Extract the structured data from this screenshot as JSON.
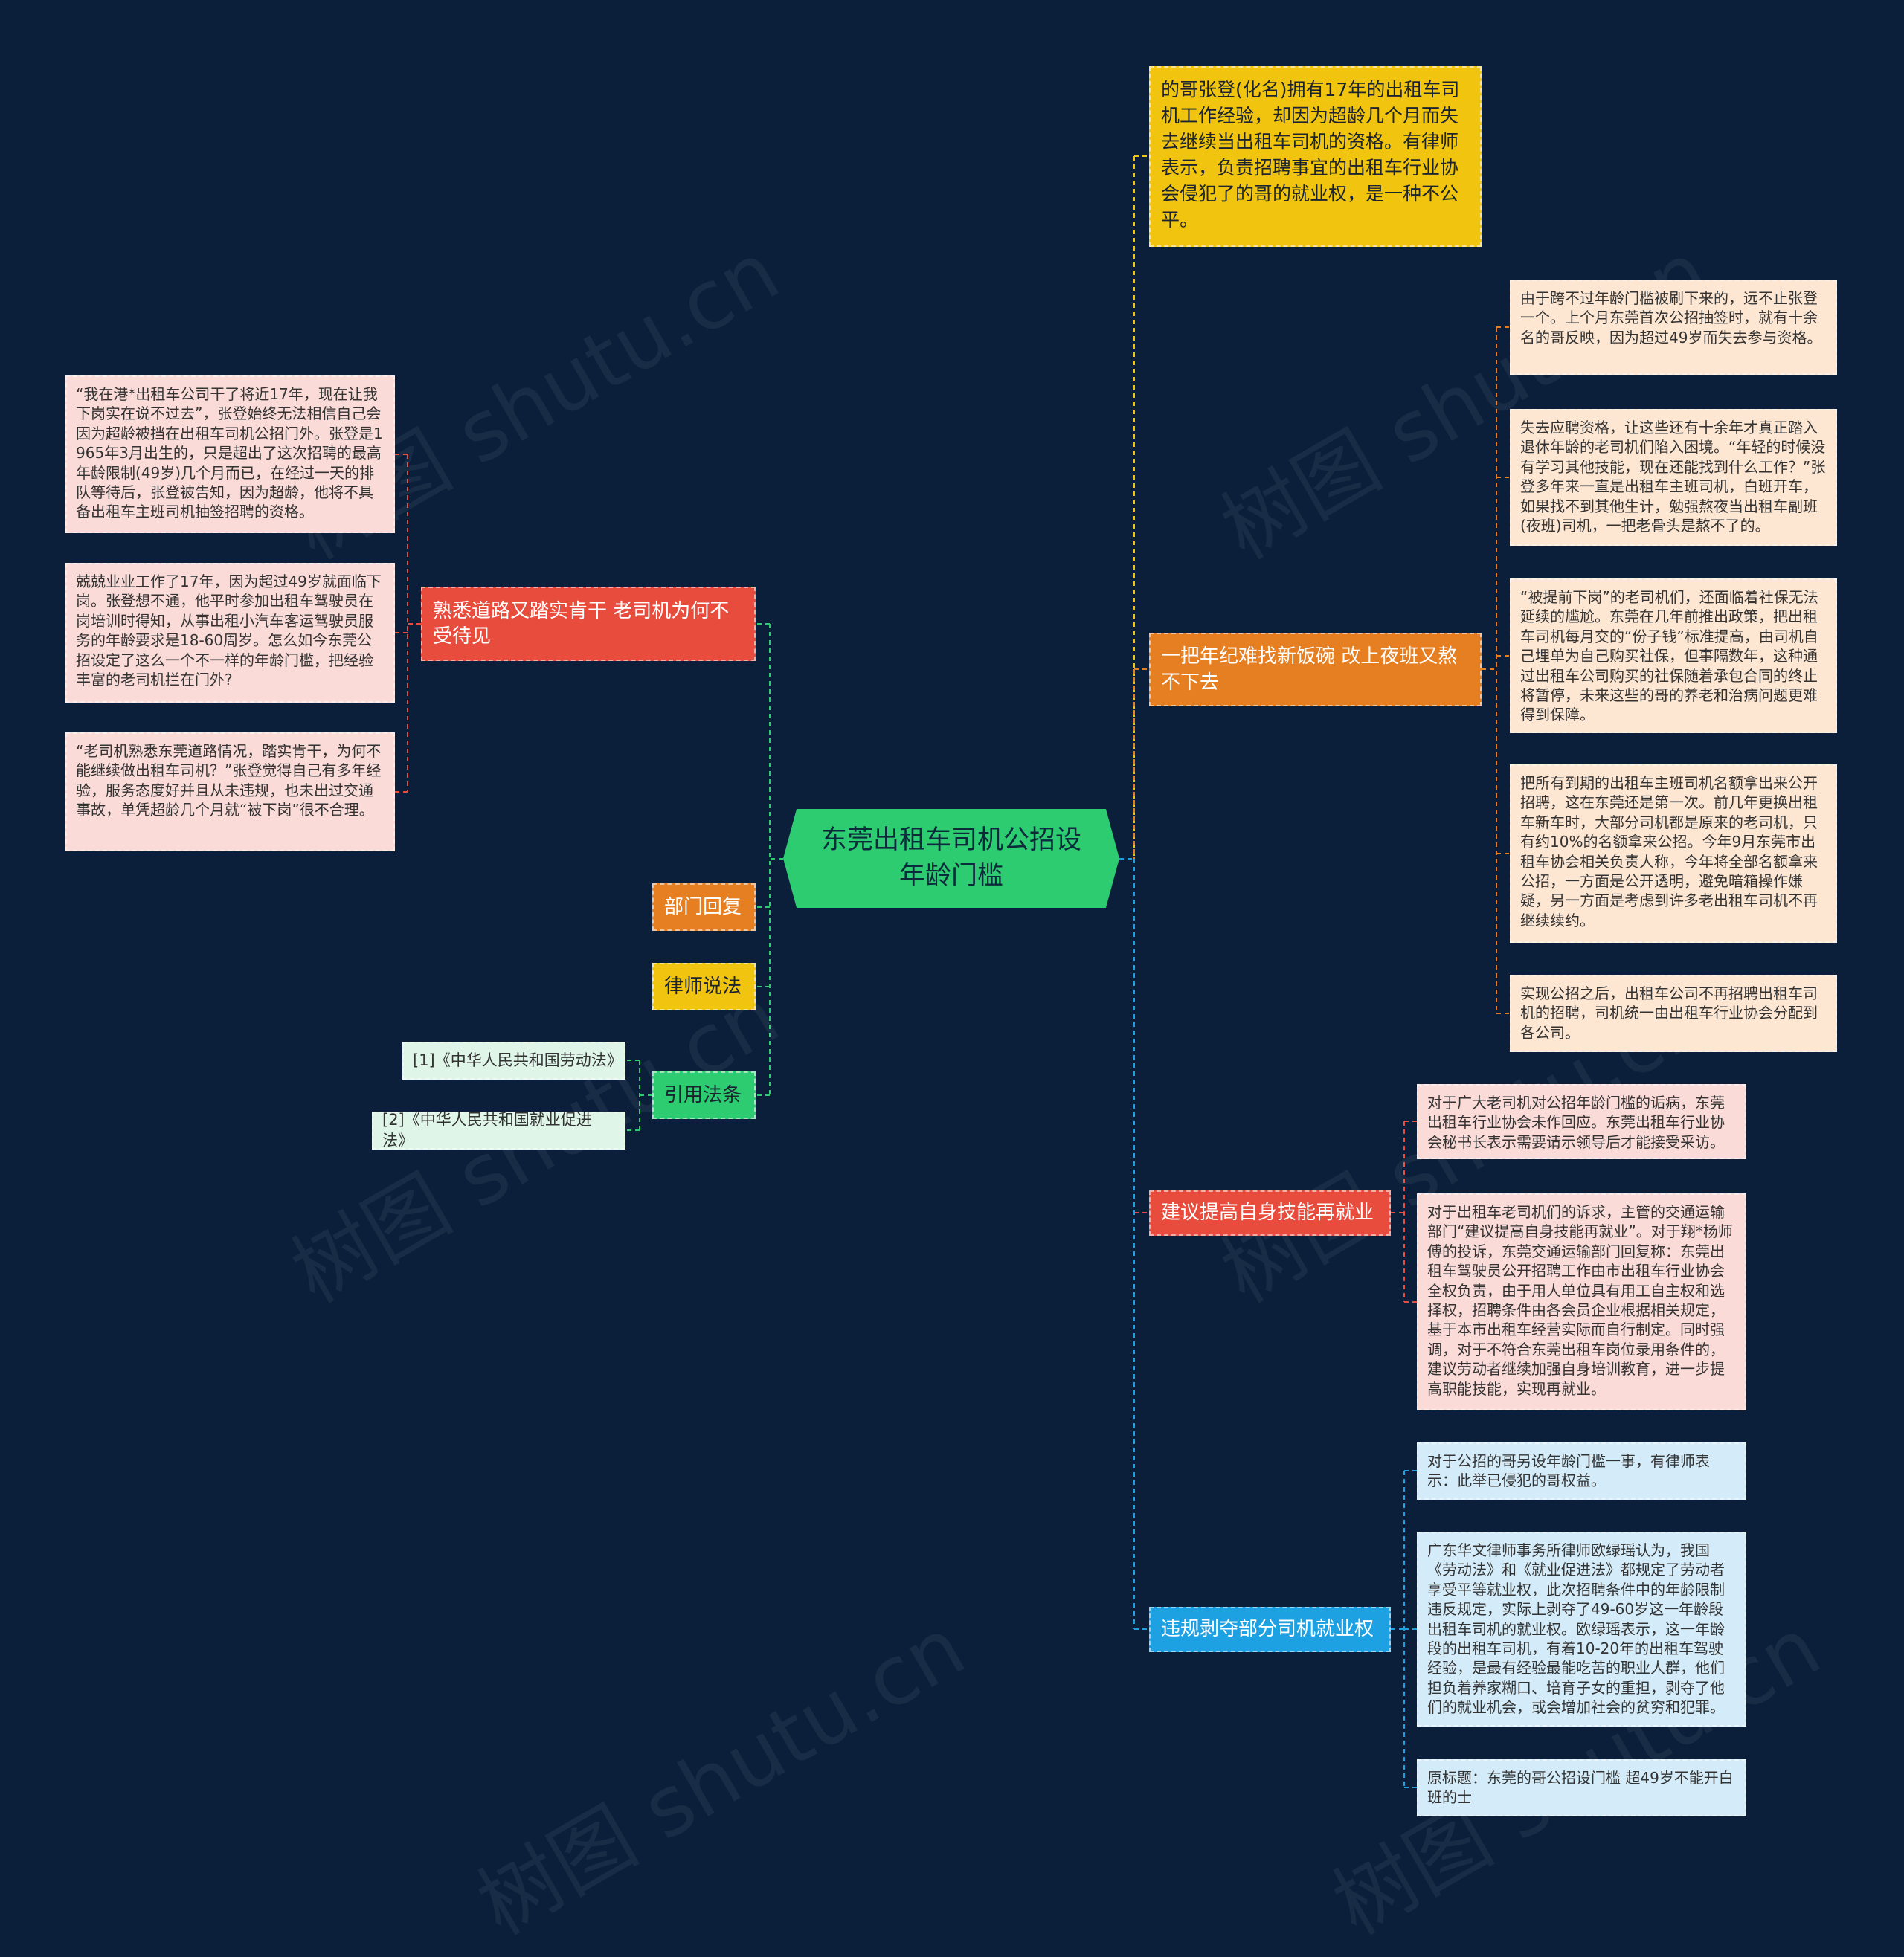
{
  "colors": {
    "background": "#0b1f3a",
    "center": "#2ecc71",
    "yellow": "#f1c40f",
    "orange": "#e67e22",
    "red": "#e74c3c",
    "blue": "#1da1e2",
    "leaf_peach": "#fde6d2",
    "leaf_pink": "#fadbd8",
    "leaf_lightblue": "#d4ecf9",
    "leaf_mint": "#dff5e8"
  },
  "center": {
    "title": "东莞出租车司机公招设年龄门槛"
  },
  "right": {
    "intro": "的哥张登(化名)拥有17年的出租车司机工作经验，却因为超龄几个月而失去继续当出租车司机的资格。有律师表示，负责招聘事宜的出租车行业协会侵犯了的哥的就业权，是一种不公平。",
    "branch1": {
      "label": "一把年纪难找新饭碗 改上夜班又熬不下去",
      "leaves": [
        "由于跨不过年龄门槛被刷下来的，远不止张登一个。上个月东莞首次公招抽签时，就有十余名的哥反映，因为超过49岁而失去参与资格。",
        "失去应聘资格，让这些还有十余年才真正踏入退休年龄的老司机们陷入困境。“年轻的时候没有学习其他技能，现在还能找到什么工作？”张登多年来一直是出租车主班司机，白班开车，如果找不到其他生计，勉强熬夜当出租车副班(夜班)司机，一把老骨头是熬不了的。",
        "“被提前下岗”的老司机们，还面临着社保无法延续的尴尬。东莞在几年前推出政策，把出租车司机每月交的“份子钱”标准提高，由司机自己埋单为自己购买社保，但事隔数年，这种通过出租车公司购买的社保随着承包合同的终止将暂停，未来这些的哥的养老和治病问题更难得到保障。",
        "把所有到期的出租车主班司机名额拿出来公开招聘，这在东莞还是第一次。前几年更换出租车新车时，大部分司机都是原来的老司机，只有约10%的名额拿来公招。今年9月东莞市出租车协会相关负责人称，今年将全部名额拿来公招，一方面是公开透明，避免暗箱操作嫌疑，另一方面是考虑到许多老出租车司机不再继续续约。",
        "实现公招之后，出租车公司不再招聘出租车司机的招聘，司机统一由出租车行业协会分配到各公司。"
      ]
    },
    "branch2": {
      "label": "建议提高自身技能再就业",
      "leaves": [
        "对于广大老司机对公招年龄门槛的诟病，东莞出租车行业协会未作回应。东莞出租车行业协会秘书长表示需要请示领导后才能接受采访。",
        "对于出租车老司机们的诉求，主管的交通运输部门“建议提高自身技能再就业”。对于翔*杨师傅的投诉，东莞交通运输部门回复称：东莞出租车驾驶员公开招聘工作由市出租车行业协会全权负责，由于用人单位具有用工自主权和选择权，招聘条件由各会员企业根据相关规定，基于本市出租车经营实际而自行制定。同时强调，对于不符合东莞出租车岗位录用条件的，建议劳动者继续加强自身培训教育，进一步提高职能技能，实现再就业。"
      ]
    },
    "branch3": {
      "label": "违规剥夺部分司机就业权",
      "leaves": [
        "对于公招的哥另设年龄门槛一事，有律师表示：此举已侵犯的哥权益。",
        "广东华文律师事务所律师欧绿瑶认为，我国《劳动法》和《就业促进法》都规定了劳动者享受平等就业权，此次招聘条件中的年龄限制违反规定，实际上剥夺了49-60岁这一年龄段出租车司机的就业权。欧绿瑶表示，这一年龄段的出租车司机，有着10-20年的出租车驾驶经验，是最有经验最能吃苦的职业人群，他们担负着养家糊口、培育子女的重担，剥夺了他们的就业机会，或会增加社会的贫穷和犯罪。",
        "原标题：东莞的哥公招设门槛 超49岁不能开白班的士"
      ]
    }
  },
  "left": {
    "branch1": {
      "label": "熟悉道路又踏实肯干 老司机为何不受待见",
      "leaves": [
        "“我在港*出租车公司干了将近17年，现在让我下岗实在说不过去”，张登始终无法相信自己会因为超龄被挡在出租车司机公招门外。张登是1965年3月出生的，只是超出了这次招聘的最高年龄限制(49岁)几个月而已，在经过一天的排队等待后，张登被告知，因为超龄，他将不具备出租车主班司机抽签招聘的资格。",
        "兢兢业业工作了17年，因为超过49岁就面临下岗。张登想不通，他平时参加出租车驾驶员在岗培训时得知，从事出租小汽车客运驾驶员服务的年龄要求是18-60周岁。怎么如今东莞公招设定了这么一个不一样的年龄门槛，把经验丰富的老司机拦在门外?",
        "“老司机熟悉东莞道路情况，踏实肯干，为何不能继续做出租车司机？”张登觉得自己有多年经验，服务态度好并且从未违规，也未出过交通事故，单凭超龄几个月就“被下岗”很不合理。"
      ]
    },
    "branch2": {
      "label": "部门回复"
    },
    "branch3": {
      "label": "律师说法"
    },
    "branch4": {
      "label": "引用法条",
      "leaves": [
        "[1]《中华人民共和国劳动法》",
        "[2]《中华人民共和国就业促进法》"
      ]
    }
  },
  "watermark": "树图 shutu.cn"
}
